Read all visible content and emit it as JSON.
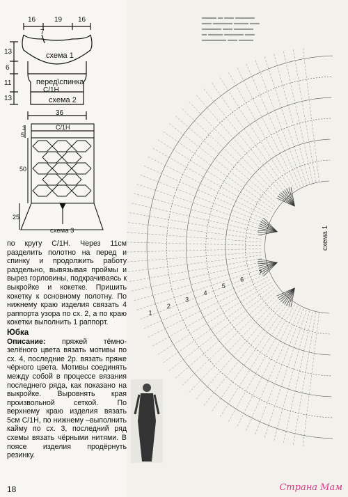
{
  "pattern": {
    "top_dims": [
      "16",
      "19",
      "16"
    ],
    "neck_dim": "7",
    "side_dims": [
      "13",
      "6",
      "11",
      "13"
    ],
    "labels": {
      "scheme1": "схема 1",
      "front_back": "перед\\спинка",
      "c1n_top": "С/1Н",
      "scheme2": "схема 2",
      "width_36": "36",
      "c1n_skirt": "С/1Н",
      "dim_3": "3",
      "dim_5": "5",
      "dim_50": "50",
      "dim_25": "25",
      "scheme3": "схема 3"
    }
  },
  "body": {
    "paragraph1": "по кругу С/1Н. Через 11см разделить полотно на перед и спинку и продолжить работу раздельно, вывязывая проймы и вырез горловины, подкрачиваясь к выкройке и кокетке. Пришить кокетку к основному полотну. По нижнему краю изделия связать 4 раппорта узора по сх. 2, а по краю кокетки выполнить 1 раппорт.",
    "skirt_title": "Юбка",
    "desc_label": "Описание:",
    "paragraph2": " пряжей тёмно-зелёного цвета вязать мотивы по сх. 4, последние 2р. вязать пряже чёрного цвета. Мотивы соединять между собой в процессе вязания последнего ряда, как показано на выкройке. Выровнять края произвольной сеткой. По верхнему краю изделия вязать 5см С/1Н, по нижнему –выполнить кайму по сх. 3, последний ряд схемы вязать чёрными нитями. В поясе изделия продёрнуть резинку."
  },
  "chart": {
    "scheme_label": "схема 1",
    "row_numbers": [
      "7",
      "6",
      "5",
      "4",
      "3",
      "2",
      "1"
    ]
  },
  "footer": {
    "page_number": "18",
    "watermark": "Страна Мам"
  }
}
